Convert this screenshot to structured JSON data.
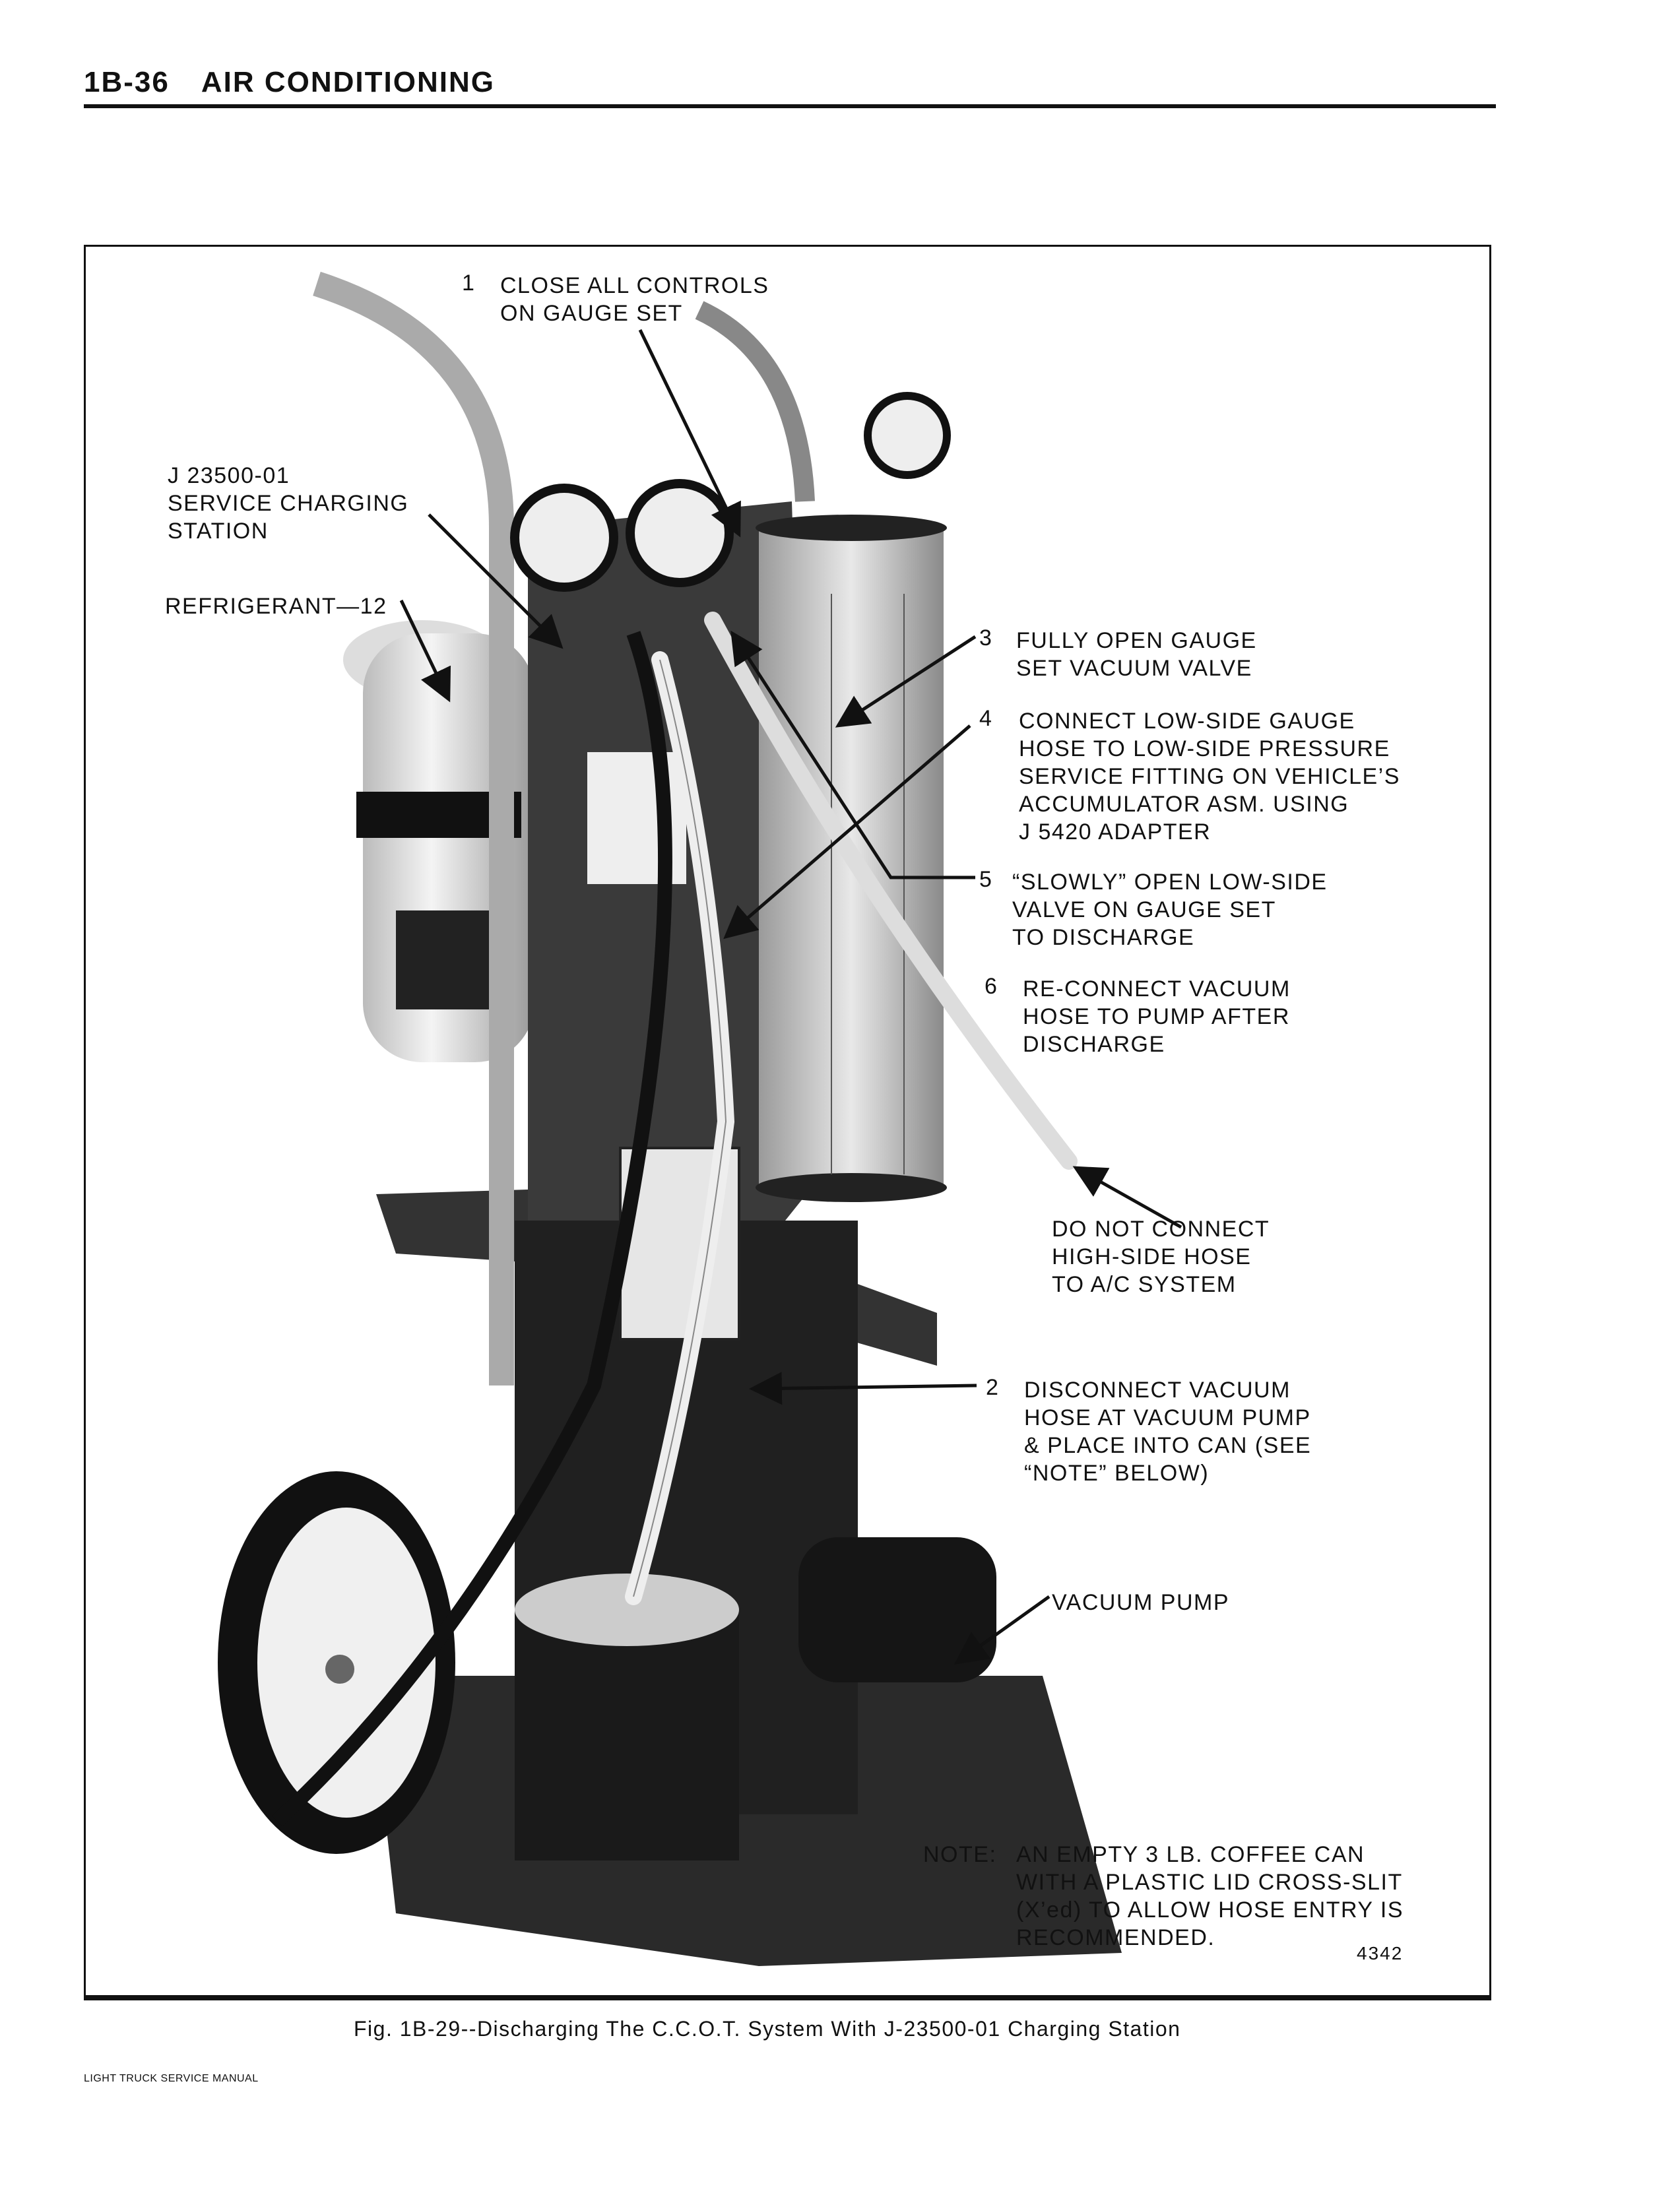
{
  "header": {
    "page_number": "1B-36",
    "section_title": "AIR CONDITIONING"
  },
  "figure": {
    "callouts": {
      "step1": {
        "number": "1",
        "lines": [
          "CLOSE ALL CONTROLS",
          "ON GAUGE SET"
        ]
      },
      "station": {
        "lines": [
          "J 23500-01",
          "SERVICE CHARGING",
          "STATION"
        ]
      },
      "refrigerant": {
        "lines": [
          "REFRIGERANT—12"
        ]
      },
      "step3": {
        "number": "3",
        "lines": [
          "FULLY OPEN GAUGE",
          "SET VACUUM VALVE"
        ]
      },
      "step4": {
        "number": "4",
        "lines": [
          "CONNECT LOW-SIDE GAUGE",
          "HOSE TO LOW-SIDE PRESSURE",
          "SERVICE FITTING ON VEHICLE’S",
          "ACCUMULATOR ASM. USING",
          "J 5420 ADAPTER"
        ]
      },
      "step5": {
        "number": "5",
        "lines": [
          "“SLOWLY” OPEN LOW-SIDE",
          "VALVE ON GAUGE SET",
          "TO DISCHARGE"
        ]
      },
      "step6": {
        "number": "6",
        "lines": [
          "RE-CONNECT VACUUM",
          "HOSE TO PUMP AFTER",
          "DISCHARGE"
        ]
      },
      "highside": {
        "lines": [
          "DO NOT CONNECT",
          "HIGH-SIDE HOSE",
          "TO A/C SYSTEM"
        ]
      },
      "step2": {
        "number": "2",
        "lines": [
          "DISCONNECT VACUUM",
          "HOSE AT VACUUM PUMP",
          "& PLACE INTO CAN (SEE",
          "“NOTE” BELOW)"
        ]
      },
      "pump": {
        "lines": [
          "VACUUM PUMP"
        ]
      },
      "note": {
        "label": "NOTE:",
        "lines": [
          "AN EMPTY 3 LB. COFFEE CAN",
          "WITH A PLASTIC LID CROSS-SLIT",
          "(X’ed) TO ALLOW HOSE ENTRY IS",
          "RECOMMENDED."
        ]
      }
    },
    "figure_id": "4342",
    "caption": "Fig. 1B-29--Discharging The C.C.O.T. System With J-23500-01 Charging Station"
  },
  "footer": {
    "manual_title": "LIGHT TRUCK SERVICE MANUAL"
  }
}
